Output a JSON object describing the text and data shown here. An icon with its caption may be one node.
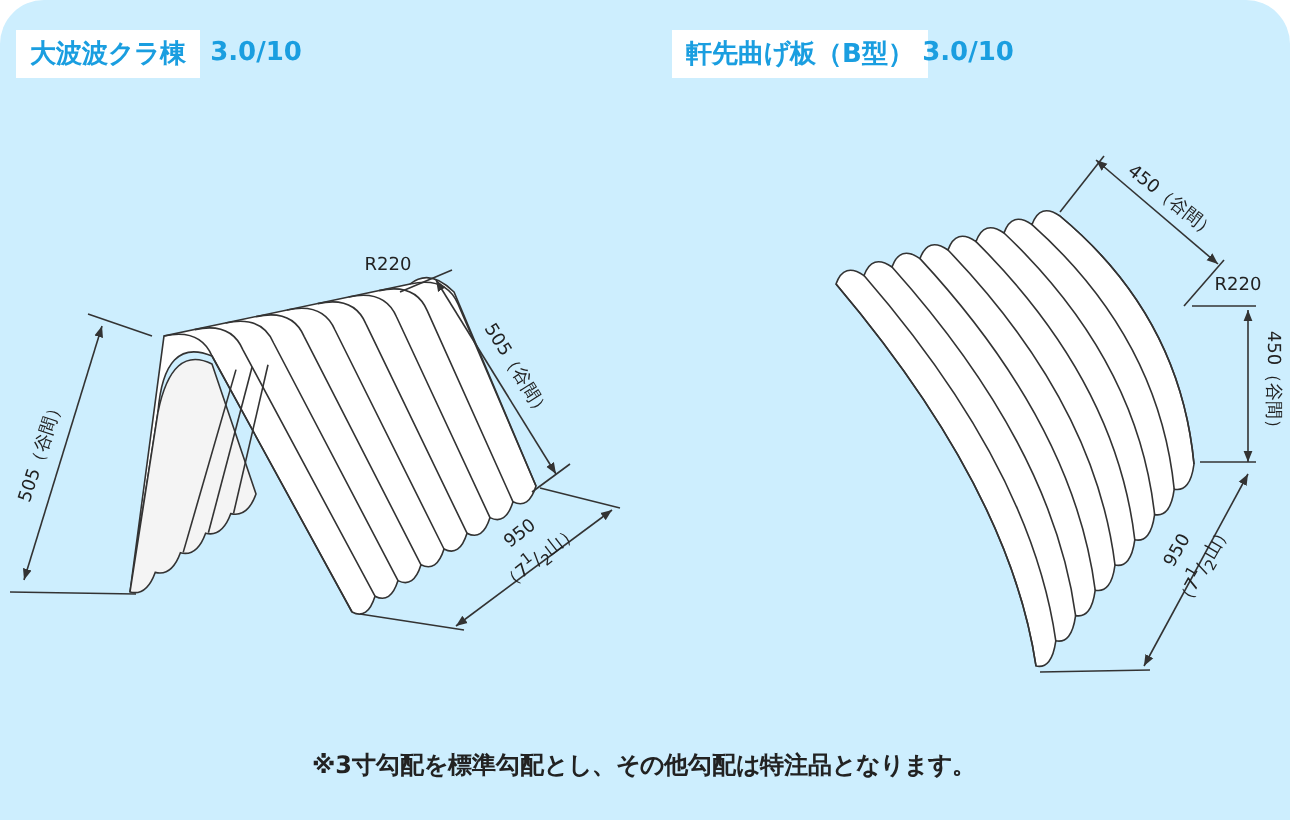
{
  "diagram": {
    "nodes": [
      {
        "text": [
          "大波波クラ棟"
        ]
      },
      {
        "text": [
          "軒先曲げ板（B型）"
        ]
      }
    ],
    "labels": [
      "3.0/10",
      "R220",
      "505（谷間）",
      "505（谷間）",
      "950",
      "（7$^{1}$/$_{2}$山）",
      "3.0/10",
      "450（谷間）",
      "R220",
      "450（谷間）",
      "950",
      "（7$^{1}$/$_{2}$山）",
      "※3寸勾配を標準勾配とし、その他勾配は特注品となります。"
    ]
  }
}
